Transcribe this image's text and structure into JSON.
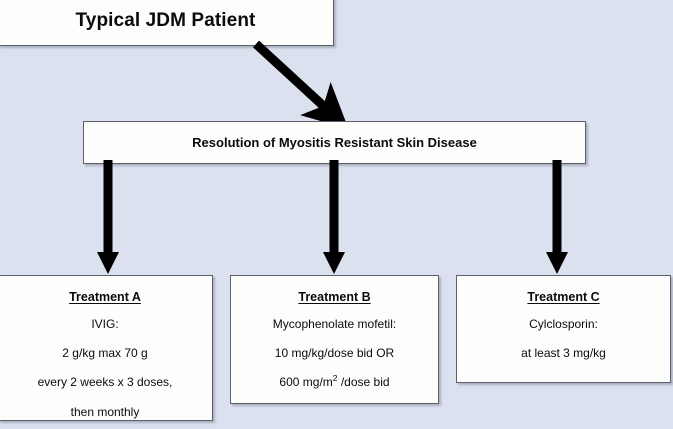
{
  "diagram": {
    "background_color": "#dbe1ee",
    "box_fill_color": "#fdfdfb",
    "box_border_color": "#5a5f6b",
    "arrow_color": "#000000",
    "title_node": {
      "label": "Typical JDM Patient"
    },
    "resolution_node": {
      "label": "Resolution of Myositis Resistant Skin Disease"
    },
    "treatments": [
      {
        "heading": "Treatment A",
        "lines": [
          "IVIG:",
          "2 g/kg max 70 g",
          "every 2 weeks x 3 doses,"
        ],
        "last_line": "then monthly"
      },
      {
        "heading": "Treatment B",
        "lines": [
          "Mycophenolate mofetil:",
          "10 mg/kg/dose bid OR"
        ],
        "dose_prefix": "600 mg/m",
        "dose_superscript": "2",
        "dose_suffix": " /dose bid"
      },
      {
        "heading": "Treatment C",
        "lines": [
          "Cylclosporin:",
          "at least 3 mg/kg"
        ]
      }
    ],
    "arrows": [
      {
        "name": "diagonal-arrow-title-to-resolution",
        "direction": "down-right"
      },
      {
        "name": "arrow-resolution-to-treatment-a",
        "direction": "down"
      },
      {
        "name": "arrow-resolution-to-treatment-b",
        "direction": "down"
      },
      {
        "name": "arrow-resolution-to-treatment-c",
        "direction": "down"
      }
    ]
  }
}
